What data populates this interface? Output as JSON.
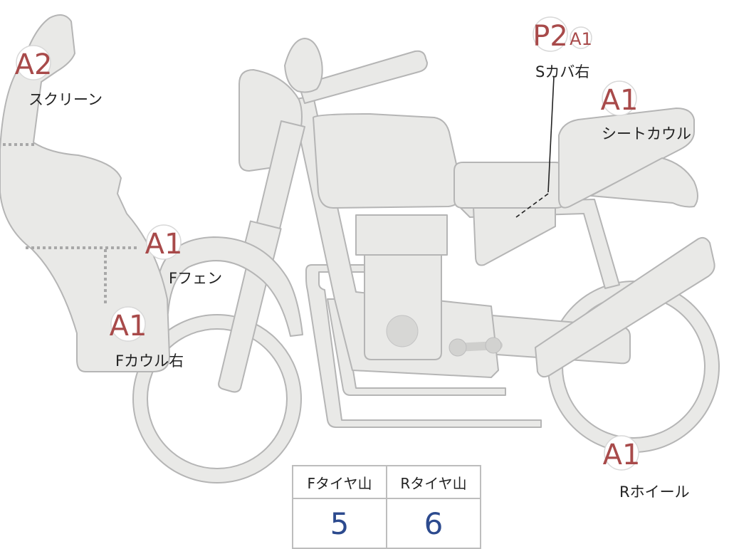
{
  "callouts": [
    {
      "grade": "A2",
      "label": "スクリーン"
    },
    {
      "grade": "P2",
      "grade2": "A1",
      "label": "Sカバ右"
    },
    {
      "grade": "A1",
      "label": "シートカウル"
    },
    {
      "grade": "A1",
      "label": "Fフェン"
    },
    {
      "grade": "A1",
      "label": "Fカウル右"
    },
    {
      "grade": "A1",
      "label": "Rホイール"
    }
  ],
  "tread": {
    "front_label": "Fタイヤ山",
    "rear_label": "Rタイヤ山",
    "front_value": "5",
    "rear_value": "6"
  },
  "colors": {
    "body_fill": "#e9e9e7",
    "outline": "#b5b5b5",
    "grade_text": "#a84a4a",
    "value_text": "#2c4a8e"
  }
}
